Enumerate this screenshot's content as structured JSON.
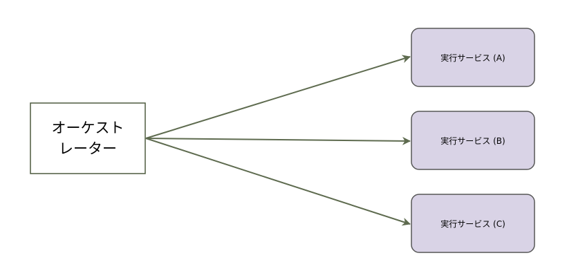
{
  "orchestrator": {
    "label": "オーケスト\nレーター"
  },
  "services": [
    {
      "label": "実行サービス (A)"
    },
    {
      "label": "実行サービス (B)"
    },
    {
      "label": "実行サービス (C)"
    }
  ],
  "colors": {
    "orchestrator_fill": "#ffffff",
    "orchestrator_border": "#4d5a3f",
    "service_fill": "#d9d3e6",
    "service_border": "#575757",
    "arrow": "#5e6b4f"
  }
}
